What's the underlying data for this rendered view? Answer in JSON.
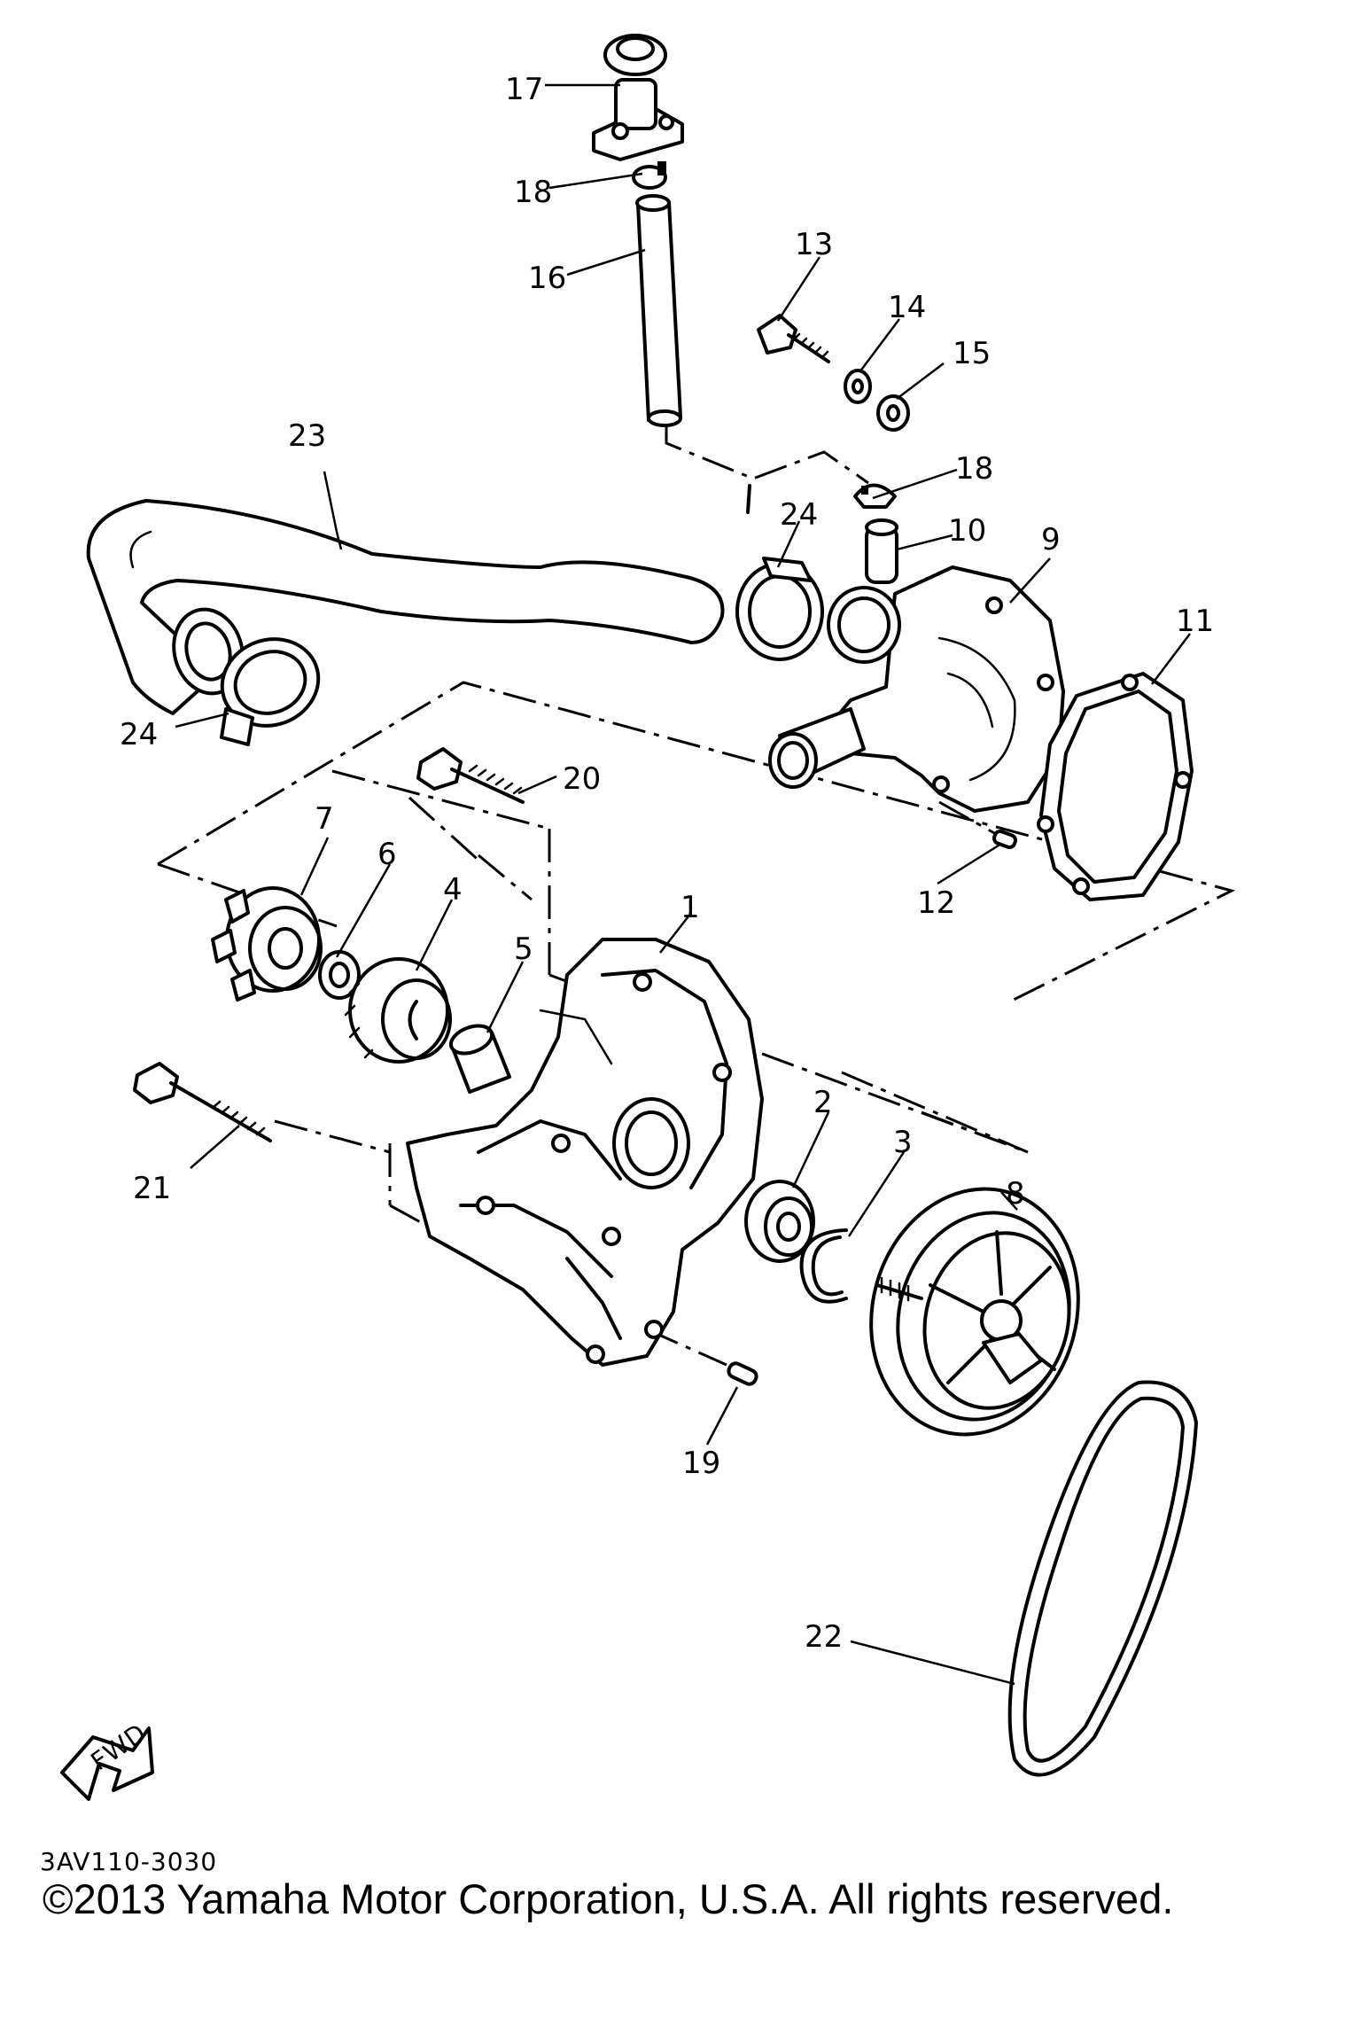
{
  "diagram": {
    "callouts": [
      "1",
      "2",
      "3",
      "4",
      "5",
      "6",
      "7",
      "8",
      "9",
      "10",
      "11",
      "12",
      "13",
      "14",
      "15",
      "16",
      "17",
      "18",
      "18",
      "19",
      "20",
      "21",
      "22",
      "23",
      "24",
      "24"
    ],
    "fwd_mark": "FWD",
    "drawing_code": "3AV110-3030"
  },
  "footer": {
    "copyright": "©2013 Yamaha Motor Corporation, U.S.A. All rights reserved."
  }
}
